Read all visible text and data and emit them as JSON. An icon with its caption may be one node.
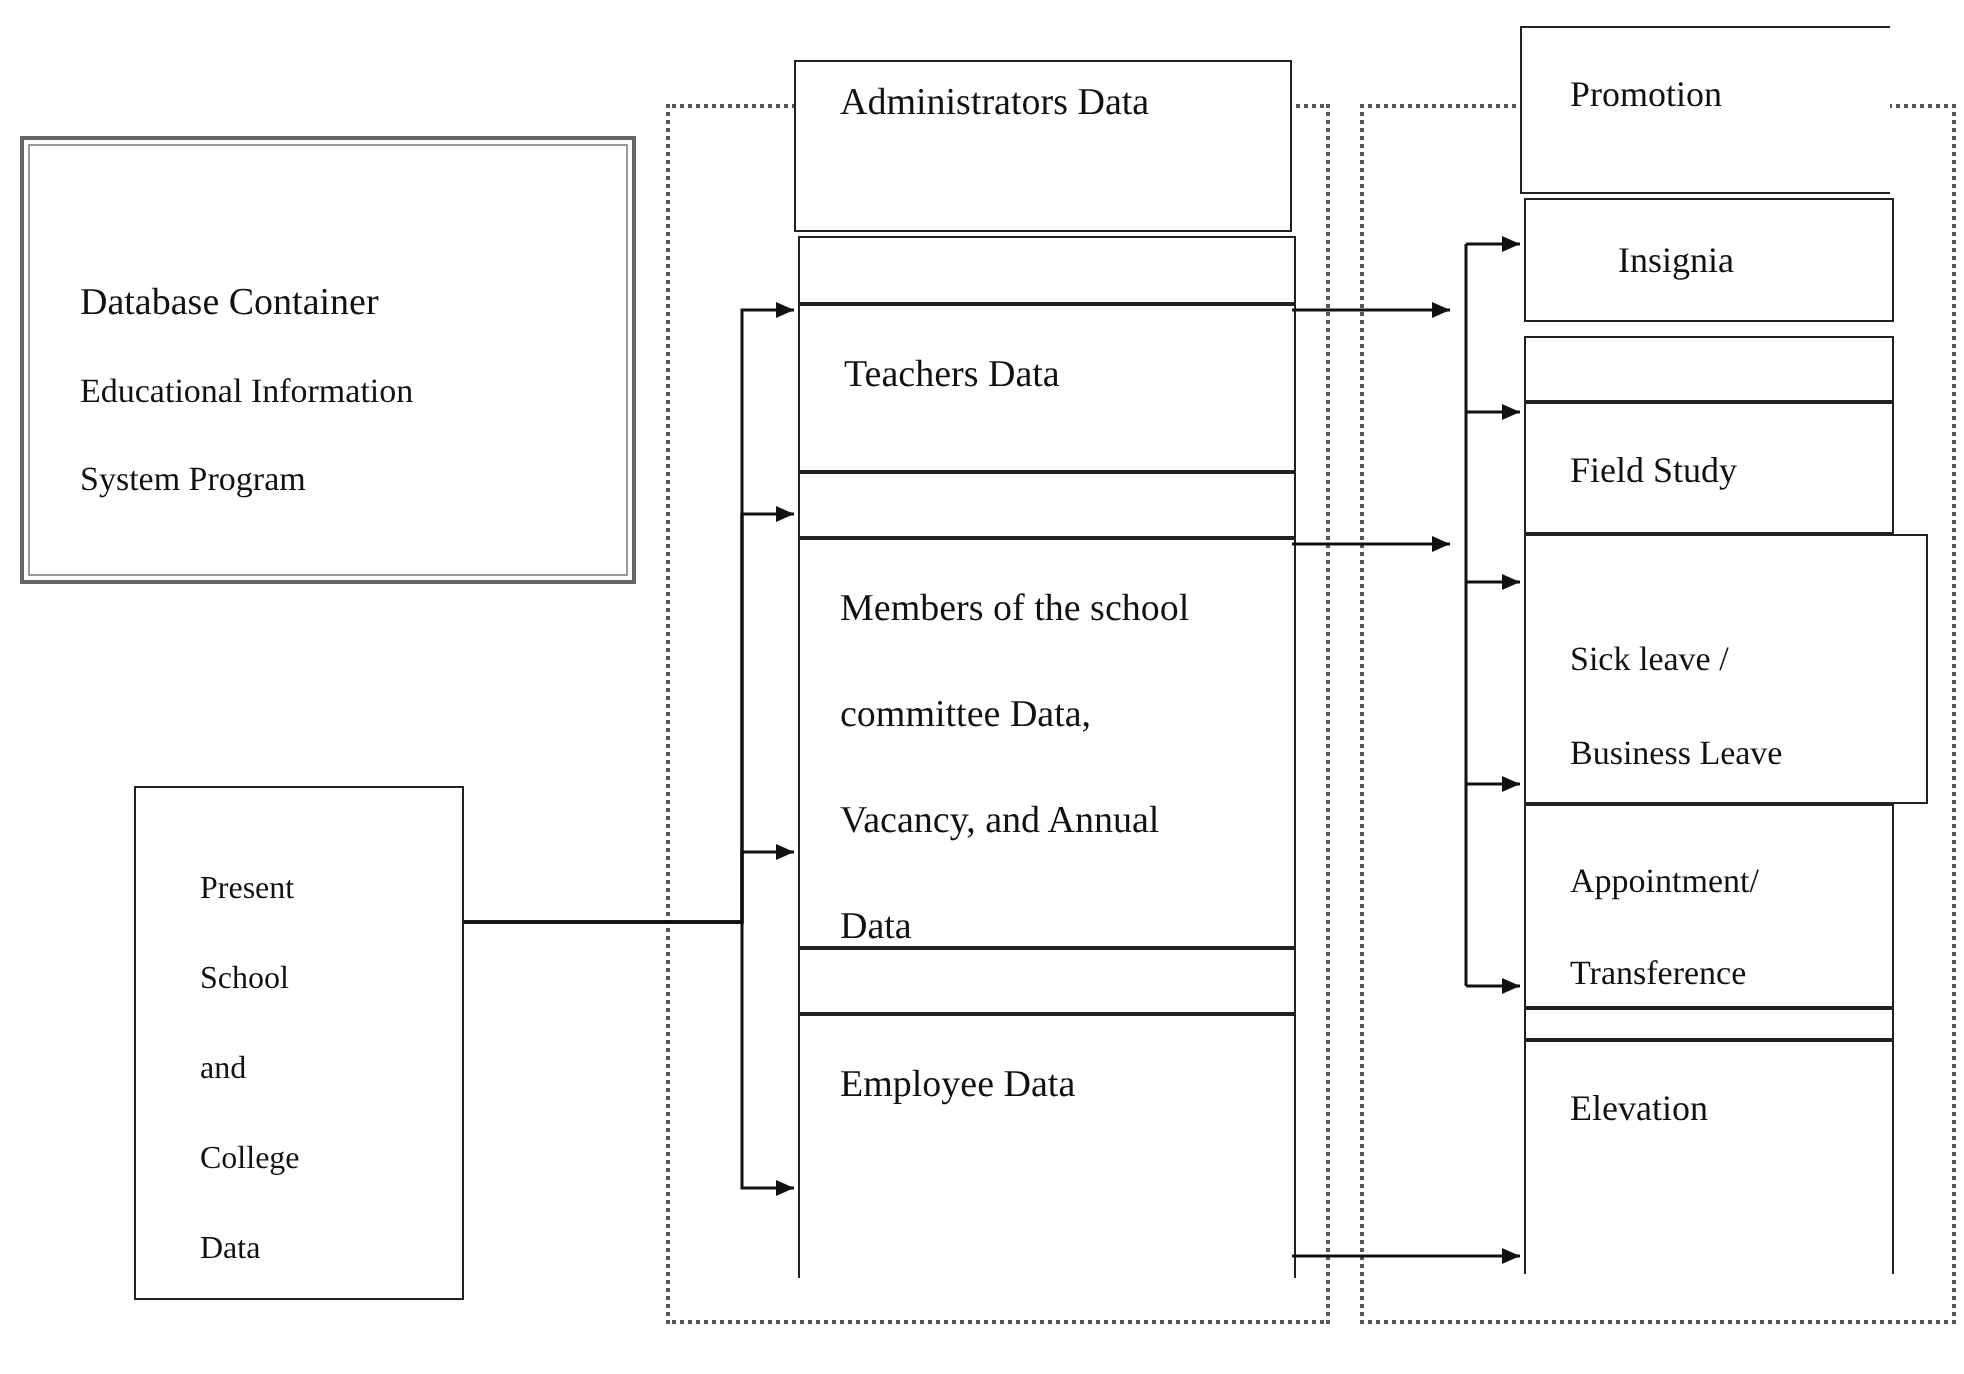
{
  "diagram": {
    "nodes": [
      {
        "text": [
          "Database Container",
          "Educational Information System Program"
        ]
      },
      {
        "text": [
          "Present School and College Data"
        ]
      },
      {
        "text": [],
        "shape": "box"
      },
      {
        "text": [
          "Administrators Data"
        ]
      },
      {
        "text": [],
        "shape": "box",
        "in": 2
      },
      {
        "text": [
          "Teachers Data"
        ],
        "in": 2
      },
      {
        "text": [],
        "shape": "box",
        "in": 2
      },
      {
        "text": [
          "Members of the school committee Data, Vacancy, and Annual Data"
        ],
        "in": 2
      },
      {
        "text": [],
        "shape": "box",
        "in": 2
      },
      {
        "text": [
          "Employee Data"
        ],
        "in": 2
      },
      {
        "text": [],
        "shape": "box"
      },
      {
        "text": [
          "Promotion"
        ]
      },
      {
        "text": [
          "Insignia"
        ],
        "in": 10
      },
      {
        "text": [],
        "shape": "box",
        "in": 10
      },
      {
        "text": [
          "Field Study"
        ],
        "in": 10
      },
      {
        "text": [
          "Sick leave / Business Leave"
        ],
        "in": 10
      },
      {
        "text": [
          "Appointment/ Transference"
        ],
        "in": 10
      },
      {
        "text": [],
        "shape": "box",
        "in": 10
      },
      {
        "text": [
          "Elevation"
        ],
        "in": 10
      }
    ],
    "edges": [
      {
        "from": 1,
        "to": 5,
        "arrow": "to"
      },
      {
        "from": 1,
        "to": 6,
        "arrow": "to"
      },
      {
        "from": 1,
        "to": 7,
        "arrow": "to"
      },
      {
        "from": 1,
        "to": 9,
        "arrow": "to"
      },
      {
        "from": 5,
        "to": null,
        "arrow": "to"
      },
      {
        "from": 7,
        "to": null,
        "arrow": "to"
      },
      {
        "from": null,
        "to": 12,
        "arrow": "to"
      },
      {
        "from": null,
        "to": 14,
        "arrow": "to"
      },
      {
        "from": null,
        "to": 15,
        "arrow": "to"
      },
      {
        "from": null,
        "to": 15,
        "arrow": "to"
      },
      {
        "from": null,
        "to": 16,
        "arrow": "to"
      },
      {
        "from": 9,
        "to": 18,
        "arrow": "to"
      }
    ]
  }
}
